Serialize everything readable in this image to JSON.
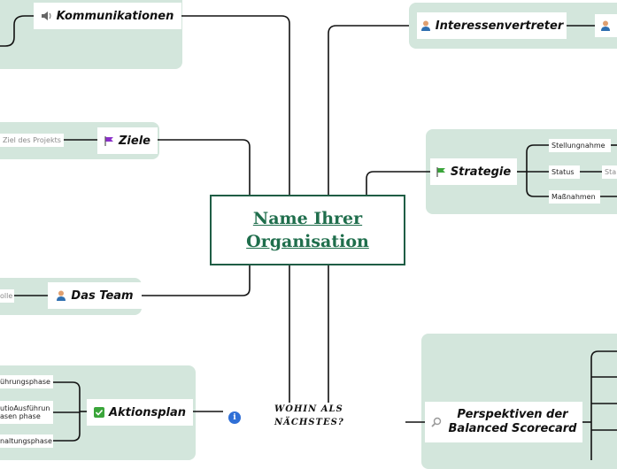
{
  "central": {
    "line1": "Name Ihrer",
    "line2": "Organisation"
  },
  "next": {
    "line1": "WOHIN ALS",
    "line2": "NÄCHSTES?"
  },
  "kommunikationen": {
    "label": "Kommunikationen",
    "icon": "speaker-icon"
  },
  "interessenvertreter": {
    "label": "Interessenvertreter",
    "icon": "person-icon"
  },
  "ziele": {
    "label": "Ziele",
    "icon": "flag-icon",
    "children": [
      "Ziel des Projekts"
    ]
  },
  "strategie": {
    "label": "Strategie",
    "icon": "flag-icon",
    "children": [
      "Stellungnahme",
      "Status",
      "Maßnahmen"
    ],
    "status_child": "Sta"
  },
  "team": {
    "label": "Das Team",
    "icon": "person-icon",
    "children": [
      "olle"
    ]
  },
  "aktionsplan": {
    "label": "Aktionsplan",
    "icon": "checkbox-icon",
    "children": [
      "ührungsphase",
      "utioAusführun",
      "asen phase",
      "naltungsphase"
    ]
  },
  "perspektiven": {
    "line1": "Perspektiven der",
    "line2": "Balanced Scorecard",
    "icon": "magnifier-icon"
  },
  "colors": {
    "panel": "#d3e6dc",
    "central_border": "#1f5d45",
    "central_text": "#1f6e4c",
    "flag_purple": "#8b2fc9",
    "flag_green": "#3aa53a",
    "info_blue": "#2f6fd6"
  }
}
